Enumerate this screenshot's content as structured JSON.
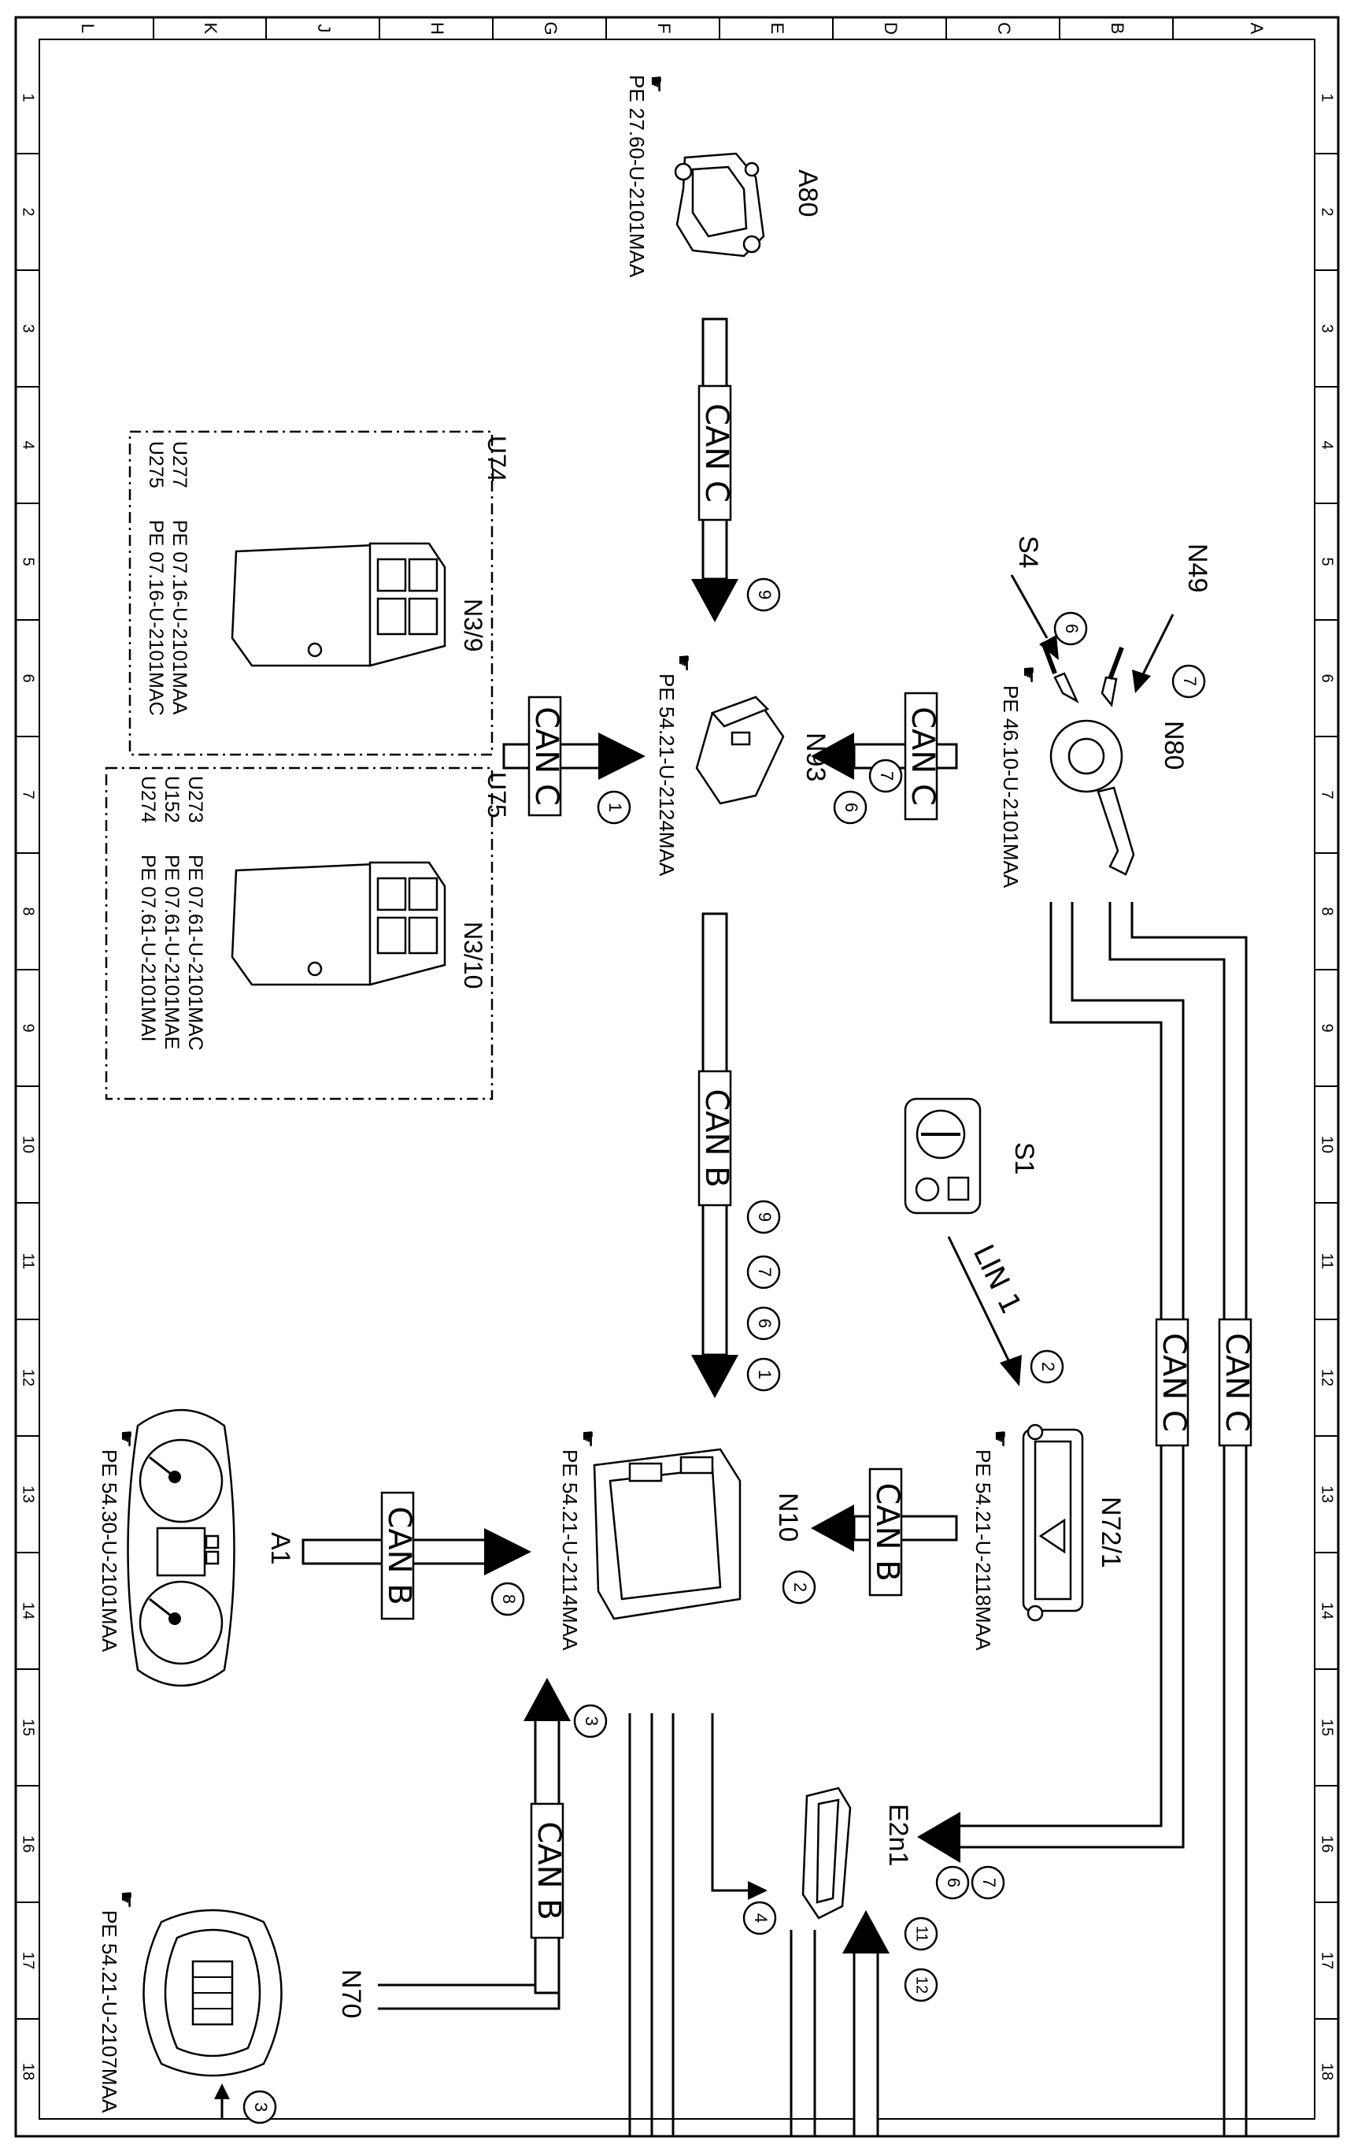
{
  "grid": {
    "rows": [
      "L",
      "K",
      "J",
      "H",
      "G",
      "F",
      "E",
      "D",
      "C",
      "B",
      "A"
    ],
    "columns": [
      "1",
      "2",
      "3",
      "4",
      "5",
      "6",
      "7",
      "8",
      "9",
      "10",
      "11",
      "12",
      "13",
      "14",
      "15",
      "16",
      "17",
      "18"
    ]
  },
  "components": {
    "A80": {
      "label": "A80",
      "ref": "PE 27.60-U-2101MAA"
    },
    "N49": {
      "label": "N49"
    },
    "S4": {
      "label": "S4"
    },
    "N80": {
      "label": "N80",
      "ref": "PE 46.10-U-2101MAA"
    },
    "N93": {
      "label": "N93",
      "ref": "PE 54.21-U-2124MAA"
    },
    "U74": {
      "label": "U74"
    },
    "N3_9": {
      "label": "N3/9",
      "codes": [
        {
          "code": "U277",
          "ref": "PE 07.16-U-2101MAA"
        },
        {
          "code": "U275",
          "ref": "PE 07.16-U-2101MAC"
        }
      ]
    },
    "U75": {
      "label": "U75"
    },
    "N3_10": {
      "label": "N3/10",
      "codes": [
        {
          "code": "U273",
          "ref": "PE 07.61-U-2101MAC"
        },
        {
          "code": "U152",
          "ref": "PE 07.61-U-2101MAE"
        },
        {
          "code": "U274",
          "ref": "PE 07.61-U-2101MAI"
        }
      ]
    },
    "S1": {
      "label": "S1"
    },
    "N72_1": {
      "label": "N72/1",
      "ref": "PE 54.21-U-2118MAA"
    },
    "N10": {
      "label": "N10",
      "ref": "PE 54.21-U-2114MAA"
    },
    "A1": {
      "label": "A1",
      "ref": "PE 54.30-U-2101MAA"
    },
    "E2n1": {
      "label": "E2n1"
    },
    "N70": {
      "label": "N70",
      "ref": "PE 54.21-U-2107MAA"
    }
  },
  "buses": {
    "can_c": "CAN C",
    "can_b": "CAN B",
    "lin_1": "LIN 1"
  },
  "markers": {
    "m9a": "9",
    "m1a": "1",
    "m6a": "6",
    "m7a": "7",
    "m7b": "7",
    "m6b": "6",
    "m9b": "9",
    "m7c": "7",
    "m6c": "6",
    "m1b": "1",
    "m2a": "2",
    "m2b": "2",
    "m8": "8",
    "m3a": "3",
    "m4": "4",
    "m6d": "6",
    "m7d": "7",
    "m11": "11",
    "m12": "12",
    "m3b": "3"
  }
}
